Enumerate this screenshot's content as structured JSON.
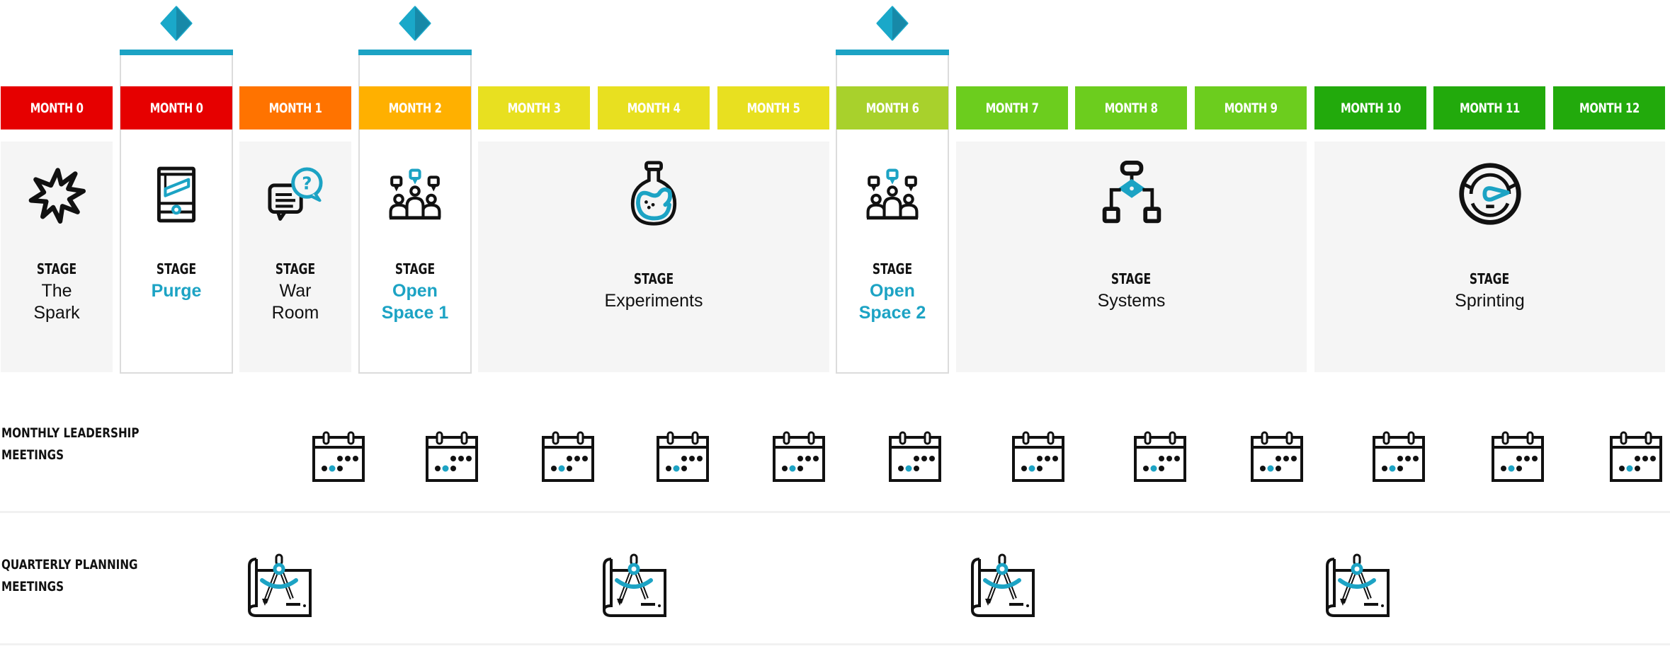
{
  "colors": {
    "accent": "#1ca3c4",
    "stage_bg": "#f5f5f5",
    "icon_stroke": "#111111"
  },
  "months": [
    {
      "label": "MONTH 0",
      "color": "#e60000"
    },
    {
      "label": "MONTH 0",
      "color": "#e60000",
      "highlight": true
    },
    {
      "label": "MONTH 1",
      "color": "#ff7300"
    },
    {
      "label": "MONTH 2",
      "color": "#ffb000",
      "highlight": true
    },
    {
      "label": "MONTH 3",
      "color": "#e8e020"
    },
    {
      "label": "MONTH 4",
      "color": "#e8e020"
    },
    {
      "label": "MONTH 5",
      "color": "#e8e020"
    },
    {
      "label": "MONTH 6",
      "color": "#a8d12c",
      "highlight": true
    },
    {
      "label": "MONTH 7",
      "color": "#6ccd1e"
    },
    {
      "label": "MONTH 8",
      "color": "#6ccd1e"
    },
    {
      "label": "MONTH 9",
      "color": "#6ccd1e"
    },
    {
      "label": "MONTH 10",
      "color": "#22aa0c"
    },
    {
      "label": "MONTH 11",
      "color": "#22aa0c"
    },
    {
      "label": "MONTH 12",
      "color": "#22aa0c"
    }
  ],
  "stages": [
    {
      "kicker": "STAGE",
      "name_lines": [
        "The",
        "Spark"
      ],
      "icon": "explosion-icon",
      "accent": false
    },
    {
      "kicker": "STAGE",
      "name_lines": [
        "Purge"
      ],
      "icon": "guillotine-icon",
      "accent": true
    },
    {
      "kicker": "STAGE",
      "name_lines": [
        "War",
        "Room"
      ],
      "icon": "chat-question-icon",
      "accent": false
    },
    {
      "kicker": "STAGE",
      "name_lines": [
        "Open",
        "Space 1"
      ],
      "icon": "group-discussion-icon",
      "accent": true
    },
    {
      "kicker": "STAGE",
      "name_lines": [
        "Experiments"
      ],
      "icon": "flask-icon",
      "accent": false
    },
    {
      "kicker": "STAGE",
      "name_lines": [
        "Open",
        "Space 2"
      ],
      "icon": "group-discussion-icon",
      "accent": true
    },
    {
      "kicker": "STAGE",
      "name_lines": [
        "Systems"
      ],
      "icon": "flowchart-icon",
      "accent": false
    },
    {
      "kicker": "STAGE",
      "name_lines": [
        "Sprinting"
      ],
      "icon": "speedometer-icon",
      "accent": false
    }
  ],
  "rows": {
    "monthly": {
      "label_lines": [
        "MONTHLY LEADERSHIP",
        "MEETINGS"
      ],
      "icon": "calendar-icon",
      "count": 12
    },
    "quarterly": {
      "label_lines": [
        "QUARTERLY PLANNING",
        "MEETINGS"
      ],
      "icon": "blueprint-compass-icon",
      "count": 4
    }
  },
  "milestones": [
    {
      "icon": "diamond-milestone-icon",
      "month_index": 1
    },
    {
      "icon": "diamond-milestone-icon",
      "month_index": 3
    },
    {
      "icon": "diamond-milestone-icon",
      "month_index": 7
    }
  ]
}
